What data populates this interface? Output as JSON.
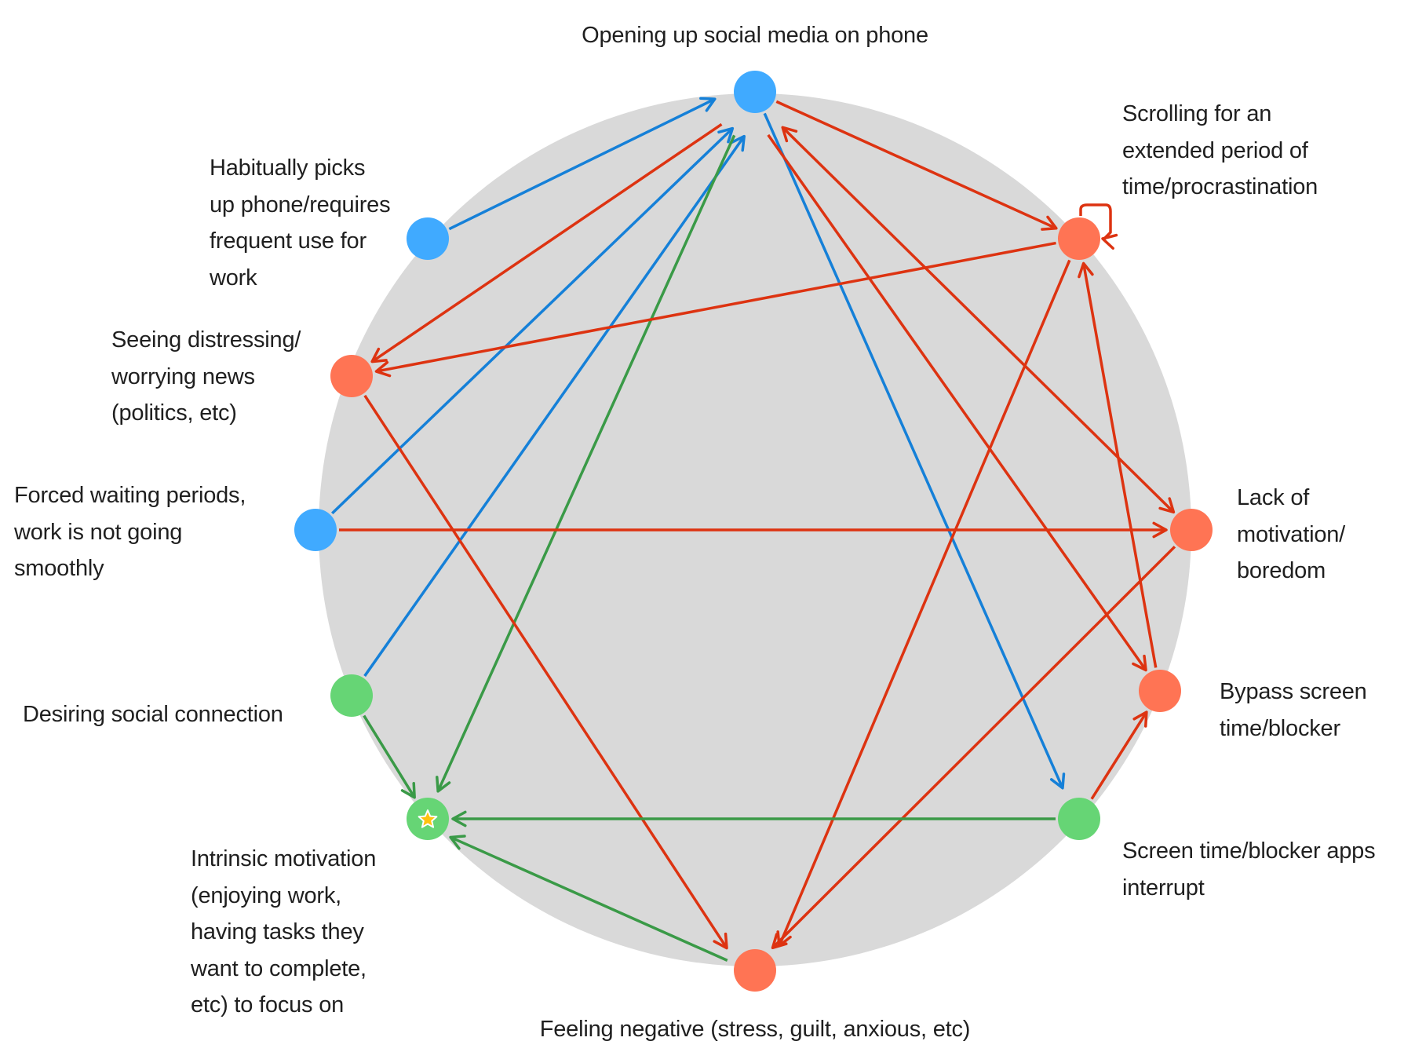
{
  "diagram": {
    "title": "",
    "colors": {
      "background_circle": "#D9D9D9",
      "node_blue": "#40AAFF",
      "node_red": "#FF7454",
      "node_green": "#66D575",
      "edge_blue": "#1580D8",
      "edge_red": "#DD3311",
      "edge_green": "#3A9A47",
      "star": "#FFC20E"
    },
    "nodes": [
      {
        "id": "opening",
        "category": "blue",
        "label_lines": [
          "Opening up social media on phone"
        ]
      },
      {
        "id": "scrolling",
        "category": "red",
        "label_lines": [
          "Scrolling for an",
          "extended period of",
          "time/procrastination"
        ]
      },
      {
        "id": "lack",
        "category": "red",
        "label_lines": [
          "Lack of",
          "motivation/",
          "boredom"
        ]
      },
      {
        "id": "bypass",
        "category": "red",
        "label_lines": [
          "Bypass screen",
          "time/blocker"
        ]
      },
      {
        "id": "screentime",
        "category": "green",
        "label_lines": [
          "Screen time/blocker apps",
          "interrupt"
        ]
      },
      {
        "id": "negative",
        "category": "red",
        "label_lines": [
          "Feeling negative (stress, guilt, anxious, etc)"
        ]
      },
      {
        "id": "intrinsic",
        "category": "green",
        "icon": "star-icon",
        "label_lines": [
          "Intrinsic motivation",
          "(enjoying work,",
          "having tasks they",
          "want to complete,",
          "etc) to focus on"
        ]
      },
      {
        "id": "desiring",
        "category": "green",
        "label_lines": [
          "Desiring social connection"
        ]
      },
      {
        "id": "forced",
        "category": "blue",
        "label_lines": [
          "Forced waiting periods,",
          "work is not going",
          "smoothly"
        ]
      },
      {
        "id": "seeing",
        "category": "red",
        "label_lines": [
          "Seeing distressing/",
          "worrying news",
          "(politics, etc)"
        ]
      },
      {
        "id": "habitually",
        "category": "blue",
        "label_lines": [
          "Habitually picks",
          "up phone/requires",
          "frequent use for",
          "work"
        ]
      }
    ],
    "edges": [
      {
        "from": "habitually",
        "to": "opening",
        "color": "blue"
      },
      {
        "from": "forced",
        "to": "opening",
        "color": "blue"
      },
      {
        "from": "desiring",
        "to": "opening",
        "color": "blue"
      },
      {
        "from": "opening",
        "to": "screentime",
        "color": "blue"
      },
      {
        "from": "opening",
        "to": "intrinsic",
        "color": "green"
      },
      {
        "from": "opening",
        "to": "seeing",
        "color": "red"
      },
      {
        "from": "opening",
        "to": "scrolling",
        "color": "red"
      },
      {
        "from": "opening",
        "to": "lack",
        "color": "red",
        "bidirectional": true
      },
      {
        "from": "opening",
        "to": "bypass",
        "color": "red"
      },
      {
        "from": "scrolling",
        "to": "seeing",
        "color": "red"
      },
      {
        "from": "scrolling",
        "to": "negative",
        "color": "red"
      },
      {
        "from": "scrolling",
        "to": "scrolling",
        "color": "red",
        "self_loop": true
      },
      {
        "from": "bypass",
        "to": "scrolling",
        "color": "red"
      },
      {
        "from": "forced",
        "to": "lack",
        "color": "red"
      },
      {
        "from": "lack",
        "to": "negative",
        "color": "red"
      },
      {
        "from": "seeing",
        "to": "negative",
        "color": "red"
      },
      {
        "from": "screentime",
        "to": "bypass",
        "color": "red"
      },
      {
        "from": "screentime",
        "to": "intrinsic",
        "color": "green"
      },
      {
        "from": "negative",
        "to": "intrinsic",
        "color": "green"
      },
      {
        "from": "desiring",
        "to": "intrinsic",
        "color": "green"
      }
    ]
  }
}
